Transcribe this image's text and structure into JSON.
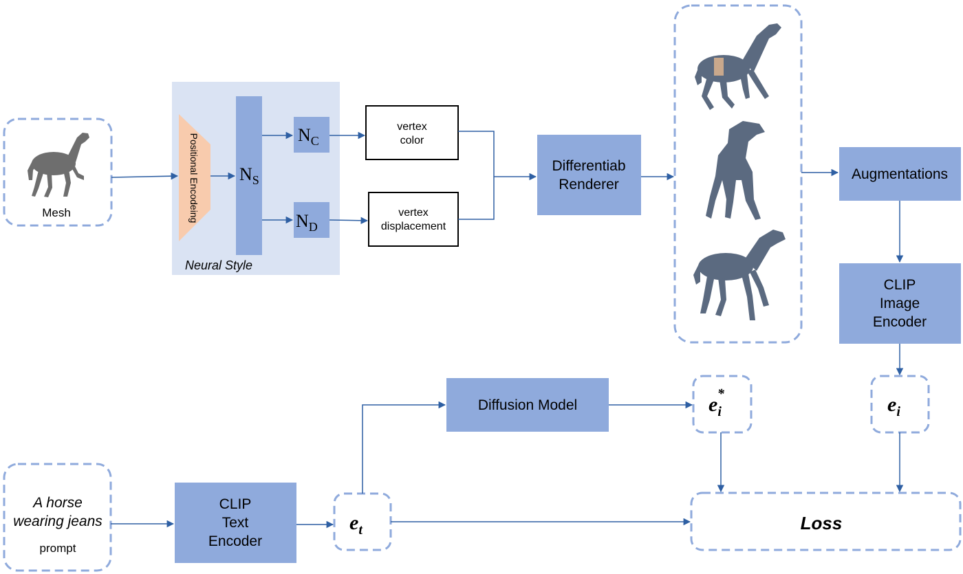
{
  "mesh": {
    "label": "Mesh"
  },
  "neural_style": {
    "caption": "Neural Style",
    "positional_encoding": "Positional Encodeing",
    "ns": {
      "main": "N",
      "sub": "S"
    },
    "nc": {
      "main": "N",
      "sub": "C"
    },
    "nd": {
      "main": "N",
      "sub": "D"
    }
  },
  "vertex_color": {
    "line1": "vertex",
    "line2": "color"
  },
  "vertex_displacement": {
    "line1": "vertex",
    "line2": "displacement"
  },
  "renderer": {
    "line1": "Differentiab",
    "line2": "Renderer"
  },
  "augmentations": {
    "label": "Augmentations"
  },
  "clip_image_encoder": {
    "line1": "CLIP",
    "line2": "Image",
    "line3": "Encoder"
  },
  "diffusion_model": {
    "label": "Diffusion Model"
  },
  "prompt": {
    "line1": "A horse",
    "line2": "wearing jeans",
    "caption": "prompt"
  },
  "clip_text_encoder": {
    "line1": "CLIP",
    "line2": "Text",
    "line3": "Encoder"
  },
  "emb_text": {
    "main": "e",
    "sub": "t"
  },
  "emb_image_star": {
    "main": "e",
    "sub": "i",
    "sup": "*"
  },
  "emb_image": {
    "main": "e",
    "sub": "i"
  },
  "loss": {
    "label": "Loss"
  },
  "colors": {
    "box_fill": "#8faadc",
    "dashed_stroke": "#8faadc",
    "panel_fill": "#dae3f3",
    "pe_fill": "#f8cbad",
    "arrow": "#2e5fa3",
    "horse": "#6e6e6e",
    "jeans_horse": "#5b6a80"
  }
}
